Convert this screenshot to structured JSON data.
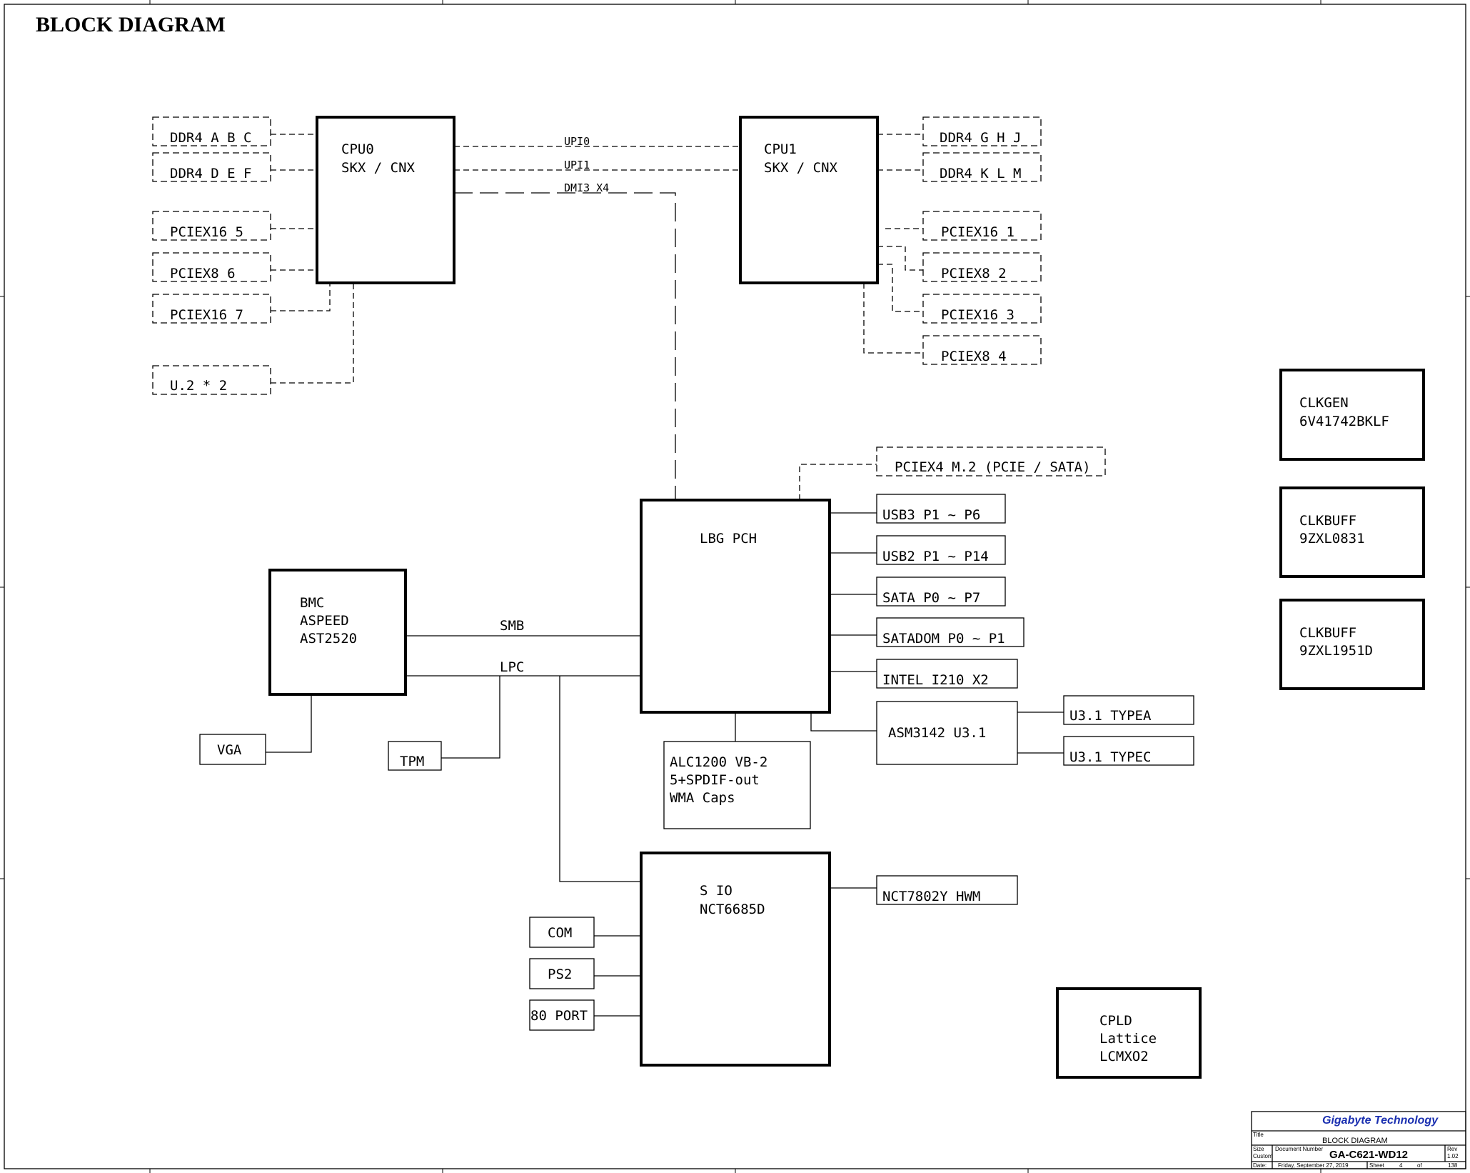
{
  "title": "BLOCK DIAGRAM",
  "blocks": {
    "cpu0": {
      "line1": "CPU0",
      "line2": "SKX / CNX"
    },
    "cpu1": {
      "line1": "CPU1",
      "line2": "SKX / CNX"
    },
    "pch": {
      "label": "LBG PCH"
    },
    "bmc": {
      "line1": "BMC",
      "line2": "ASPEED",
      "line3": "AST2520"
    },
    "sio": {
      "line1": "S IO",
      "line2": "NCT6685D"
    },
    "audio": {
      "line1": "ALC1200 VB-2",
      "line2": "5+SPDIF-out",
      "line3": "WMA Caps"
    },
    "asm": {
      "label": "ASM3142 U3.1"
    },
    "clkgen": {
      "line1": "CLKGEN",
      "line2": "6V41742BKLF"
    },
    "clkbuff1": {
      "line1": "CLKBUFF",
      "line2": "9ZXL0831"
    },
    "clkbuff2": {
      "line1": "CLKBUFF",
      "line2": "9ZXL1951D"
    },
    "cpld": {
      "line1": "CPLD",
      "line2": "Lattice",
      "line3": "LCMXO2"
    }
  },
  "cpu0_ports": [
    "DDR4 A B C",
    "DDR4 D E F",
    "PCIEX16 5",
    "PCIEX8 6",
    "PCIEX16 7",
    "U.2 * 2"
  ],
  "cpu1_ports": [
    "DDR4 G H J",
    "DDR4 K L M",
    "PCIEX16 1",
    "PCIEX8 2",
    "PCIEX16 3",
    "PCIEX8 4"
  ],
  "links": {
    "upi0": "UPI0",
    "upi1": "UPI1",
    "dmi": "DMI3 X4",
    "smb": "SMB",
    "lpc": "LPC"
  },
  "pch_ports": {
    "m2": "PCIEX4 M.2 (PCIE / SATA)",
    "usb3": "USB3 P1 ~ P6",
    "usb2": "USB2 P1 ~ P14",
    "sata": "SATA P0 ~ P7",
    "satadom": "SATADOM P0 ~ P1",
    "lan": "INTEL I210 X2",
    "typea": "U3.1 TYPEA",
    "typec": "U3.1 TYPEC"
  },
  "peripherals": {
    "vga": "VGA",
    "tpm": "TPM",
    "com": "COM",
    "ps2": "PS2",
    "port80": "80 PORT",
    "hwm": "NCT7802Y HWM"
  },
  "title_block": {
    "company": "Gigabyte Technology",
    "title_label": "Title",
    "title_value": "BLOCK DIAGRAM",
    "size_label": "Size",
    "size_value": "Custom",
    "doc_label": "Document Number",
    "doc_value": "GA-C621-WD12",
    "rev_label": "Rev",
    "rev_value": "1.02",
    "date_label": "Date:",
    "date_value": "Friday, September 27, 2019",
    "sheet_label": "Sheet",
    "sheet_value": "4",
    "of_label": "of",
    "of_value": "138"
  }
}
